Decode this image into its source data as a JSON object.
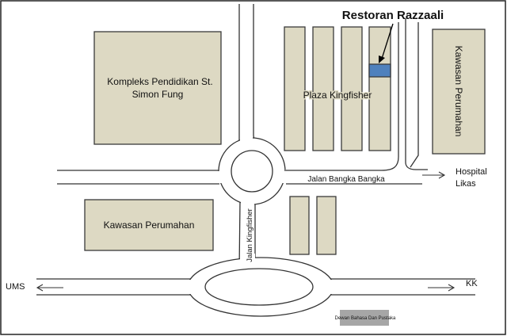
{
  "map": {
    "title": "Restoran Razzaali",
    "buildings": {
      "school": [
        "Kompleks Pendidikan St.",
        "Simon Fung"
      ],
      "plaza": "Plaza Kingfisher",
      "housing_east": "Kawasan Perumahan",
      "housing_west": "Kawasan Perumahan",
      "dewan": "Dewan Bahasa Dan Pustaka"
    },
    "roads": {
      "bangka": "Jalan Bangka Bangka",
      "kingfisher": "Jalan Kingfisher"
    },
    "destinations": {
      "hospital": [
        "Hospital",
        "Likas"
      ],
      "ums": "UMS",
      "kk": "KK"
    },
    "colors": {
      "building": "#ddd9c3",
      "outline": "#3a3a3a",
      "restaurant": "#4f81bd",
      "dewan": "#a6a6a6"
    }
  }
}
